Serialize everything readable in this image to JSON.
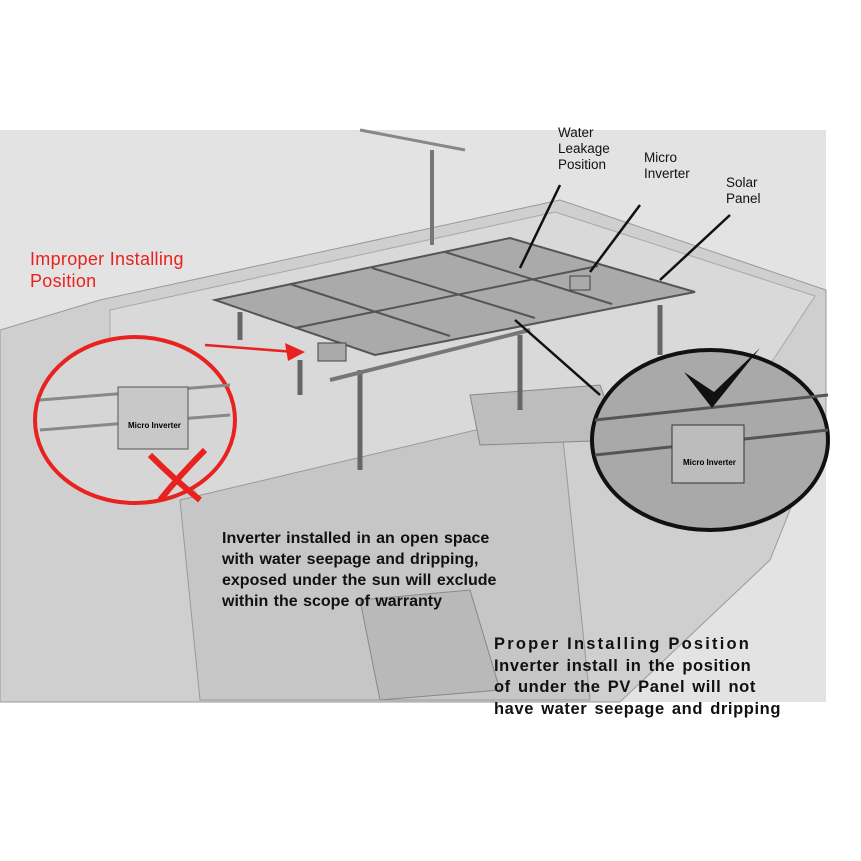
{
  "labels": {
    "water_leakage": [
      "Water",
      "Leakage",
      "Position"
    ],
    "micro_inverter": [
      "Micro",
      "Inverter"
    ],
    "solar_panel": [
      "Solar",
      "Panel"
    ],
    "improper": [
      "Improper Installing",
      "Position"
    ]
  },
  "warning_text": [
    "Inverter installed in an open space",
    "with water seepage and dripping,",
    "exposed under the sun will exclude",
    "within the scope of warranty"
  ],
  "proper": {
    "title": "Proper Installing Position",
    "lines": [
      "Inverter install in the position",
      "of under the PV Panel will not",
      "have water seepage and dripping"
    ]
  },
  "device_label": "Micro Inverter",
  "colors": {
    "improper": "#e8231f",
    "proper": "#111111",
    "scene": "#d4d4d4"
  }
}
